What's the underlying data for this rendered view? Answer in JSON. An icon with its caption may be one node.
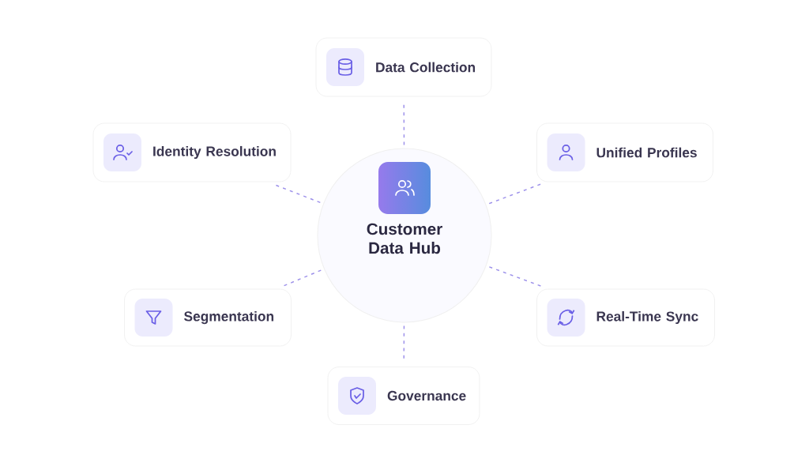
{
  "diagram": {
    "nodes": [
      {
        "text": [
          "Customer Data Hub"
        ]
      },
      {
        "text": [
          "Data Collection"
        ]
      },
      {
        "text": [
          "Identity Resolution"
        ]
      },
      {
        "text": [
          "Unified Profiles"
        ]
      },
      {
        "text": [
          "Segmentation"
        ]
      },
      {
        "text": [
          "Real-Time Sync"
        ]
      },
      {
        "text": [
          "Governance"
        ]
      }
    ],
    "edges": [
      {
        "from": 0,
        "to": 1,
        "arrow": "none",
        "style": "dashed"
      },
      {
        "from": 0,
        "to": 2,
        "arrow": "none",
        "style": "dashed"
      },
      {
        "from": 0,
        "to": 3,
        "arrow": "none",
        "style": "dashed"
      },
      {
        "from": 0,
        "to": 4,
        "arrow": "none",
        "style": "dashed"
      },
      {
        "from": 0,
        "to": 5,
        "arrow": "none",
        "style": "dashed"
      },
      {
        "from": 0,
        "to": 6,
        "arrow": "none",
        "style": "dashed"
      }
    ]
  }
}
